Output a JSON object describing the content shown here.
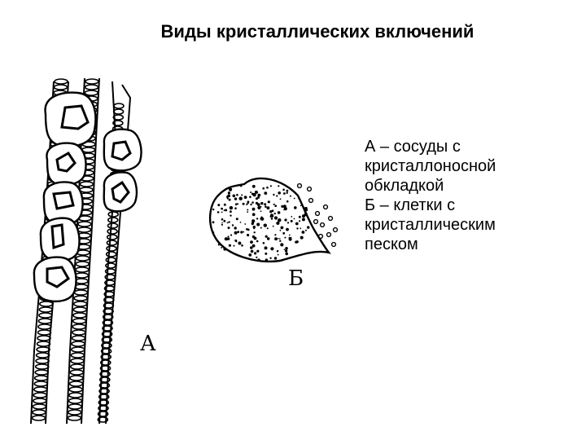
{
  "slide": {
    "title": "Виды кристаллических включений"
  },
  "figure": {
    "label_a": "А",
    "label_b": "Б"
  },
  "legend": {
    "lines": [
      "А – сосуды с",
      "кристаллоносной",
      "обкладкой",
      "Б – клетки с",
      "кристаллическим",
      "песком"
    ]
  }
}
